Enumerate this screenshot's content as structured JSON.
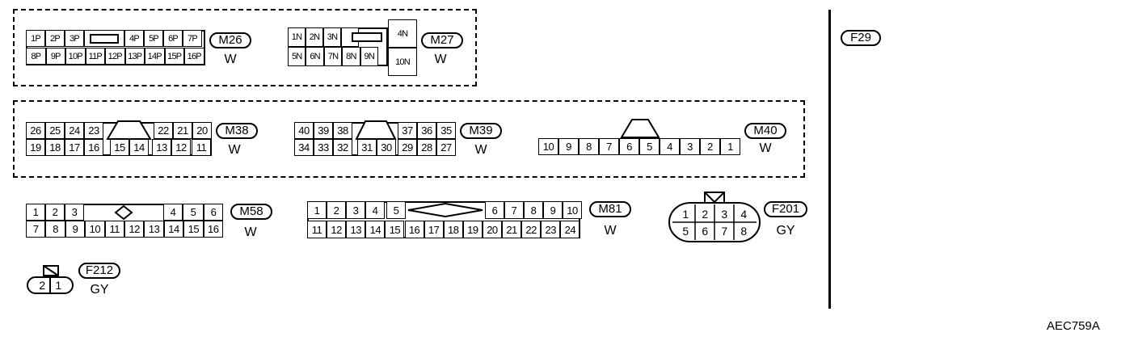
{
  "connectors": {
    "m26": {
      "tag": "M26",
      "color": "W",
      "top": [
        "1P",
        "2P",
        "3P",
        "",
        "4P",
        "5P",
        "6P",
        "7P"
      ],
      "bottom": [
        "8P",
        "9P",
        "10P",
        "11P",
        "12P",
        "13P",
        "14P",
        "15P",
        "16P"
      ]
    },
    "m27": {
      "tag": "M27",
      "color": "W",
      "top": [
        "1N",
        "2N",
        "3N",
        ""
      ],
      "bottom": [
        "5N",
        "6N",
        "7N",
        "8N",
        "9N"
      ],
      "tall": [
        "4N",
        "10N"
      ]
    },
    "m38": {
      "tag": "M38",
      "color": "W",
      "top": [
        "26",
        "25",
        "24",
        "23",
        "22",
        "21",
        "20"
      ],
      "bottom": [
        "19",
        "18",
        "17",
        "16",
        "15",
        "14",
        "13",
        "12",
        "11"
      ]
    },
    "m39": {
      "tag": "M39",
      "color": "W",
      "top": [
        "40",
        "39",
        "38",
        "37",
        "36",
        "35"
      ],
      "bottom": [
        "34",
        "33",
        "32",
        "31",
        "30",
        "29",
        "28",
        "27"
      ]
    },
    "m40": {
      "tag": "M40",
      "color": "W",
      "bottom": [
        "10",
        "9",
        "8",
        "7",
        "6",
        "5",
        "4",
        "3",
        "2",
        "1"
      ]
    },
    "m58": {
      "tag": "M58",
      "color": "W",
      "top": [
        "1",
        "2",
        "3",
        "4",
        "5",
        "6"
      ],
      "bottom": [
        "7",
        "8",
        "9",
        "10",
        "11",
        "12",
        "13",
        "14",
        "15",
        "16"
      ]
    },
    "m81": {
      "tag": "M81",
      "color": "W",
      "top": [
        "1",
        "2",
        "3",
        "4",
        "5",
        "6",
        "7",
        "8",
        "9",
        "10"
      ],
      "bottom": [
        "11",
        "12",
        "13",
        "14",
        "15",
        "16",
        "17",
        "18",
        "19",
        "20",
        "21",
        "22",
        "23",
        "24"
      ]
    },
    "f201": {
      "tag": "F201",
      "color": "GY",
      "top": [
        "1",
        "2",
        "3",
        "4"
      ],
      "bottom": [
        "5",
        "6",
        "7",
        "8"
      ]
    },
    "f212": {
      "tag": "F212",
      "color": "GY",
      "pins": [
        "2",
        "1"
      ]
    },
    "f29": {
      "tag": "F29"
    }
  },
  "figure_ref": "AEC759A"
}
